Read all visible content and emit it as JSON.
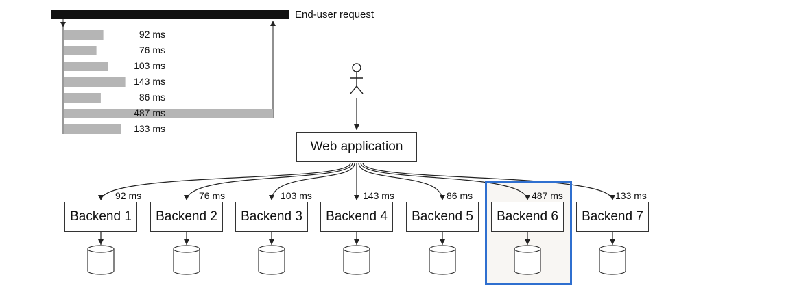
{
  "timeline": {
    "request_label": "End-user request",
    "bars": [
      {
        "label": "92 ms",
        "value": 92
      },
      {
        "label": "76 ms",
        "value": 76
      },
      {
        "label": "103 ms",
        "value": 103
      },
      {
        "label": "143 ms",
        "value": 143
      },
      {
        "label": "86 ms",
        "value": 86
      },
      {
        "label": "487 ms",
        "value": 487
      },
      {
        "label": "133 ms",
        "value": 133
      }
    ]
  },
  "web_app": {
    "label": "Web application"
  },
  "backends": [
    {
      "label": "Backend 1",
      "latency": "92 ms"
    },
    {
      "label": "Backend 2",
      "latency": "76 ms"
    },
    {
      "label": "Backend 3",
      "latency": "103 ms"
    },
    {
      "label": "Backend 4",
      "latency": "143 ms"
    },
    {
      "label": "Backend 5",
      "latency": "86 ms"
    },
    {
      "label": "Backend 6",
      "latency": "487 ms"
    },
    {
      "label": "Backend 7",
      "latency": "133 ms"
    }
  ],
  "colors": {
    "highlight": "#2f6fcf",
    "bar_fill": "#b5b5b5",
    "highlight_bg": "#f8f6f3"
  }
}
